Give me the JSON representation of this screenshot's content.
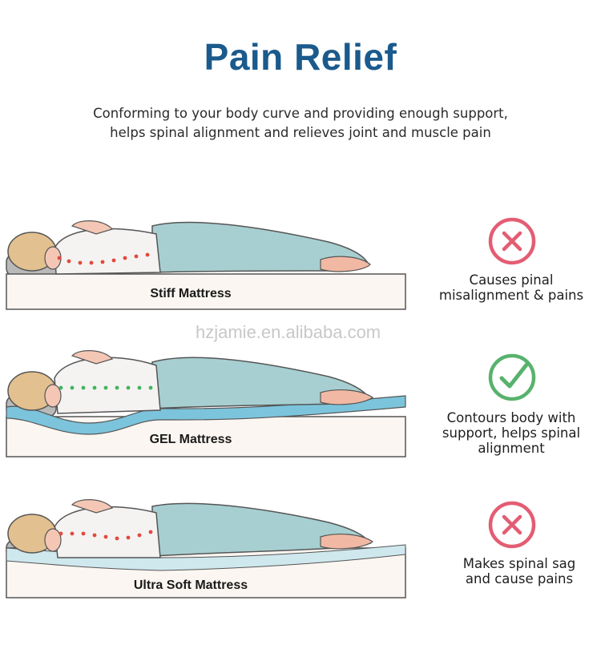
{
  "title": "Pain Relief",
  "subtitle_line1": "Conforming to your body curve and providing enough support,",
  "subtitle_line2": "helps spinal alignment and relieves joint and muscle pain",
  "watermark": "hzjamie.en.alibaba.com",
  "colors": {
    "title": "#1b5a8c",
    "bad": "#e35d73",
    "good": "#58b26c",
    "gel": "#7cc4dc"
  },
  "rows": [
    {
      "mattress": "Stiff Mattress",
      "status": "bad",
      "icon": "x-circle-icon",
      "caption": [
        "Causes pinal",
        "misalignment & pains"
      ]
    },
    {
      "mattress": "GEL Mattress",
      "status": "good",
      "icon": "check-circle-icon",
      "caption": [
        "Contours body with",
        "support, helps spinal",
        "alignment"
      ]
    },
    {
      "mattress": "Ultra Soft Mattress",
      "status": "bad",
      "icon": "x-circle-icon",
      "caption": [
        "Makes spinal sag",
        "and cause pains"
      ]
    }
  ]
}
